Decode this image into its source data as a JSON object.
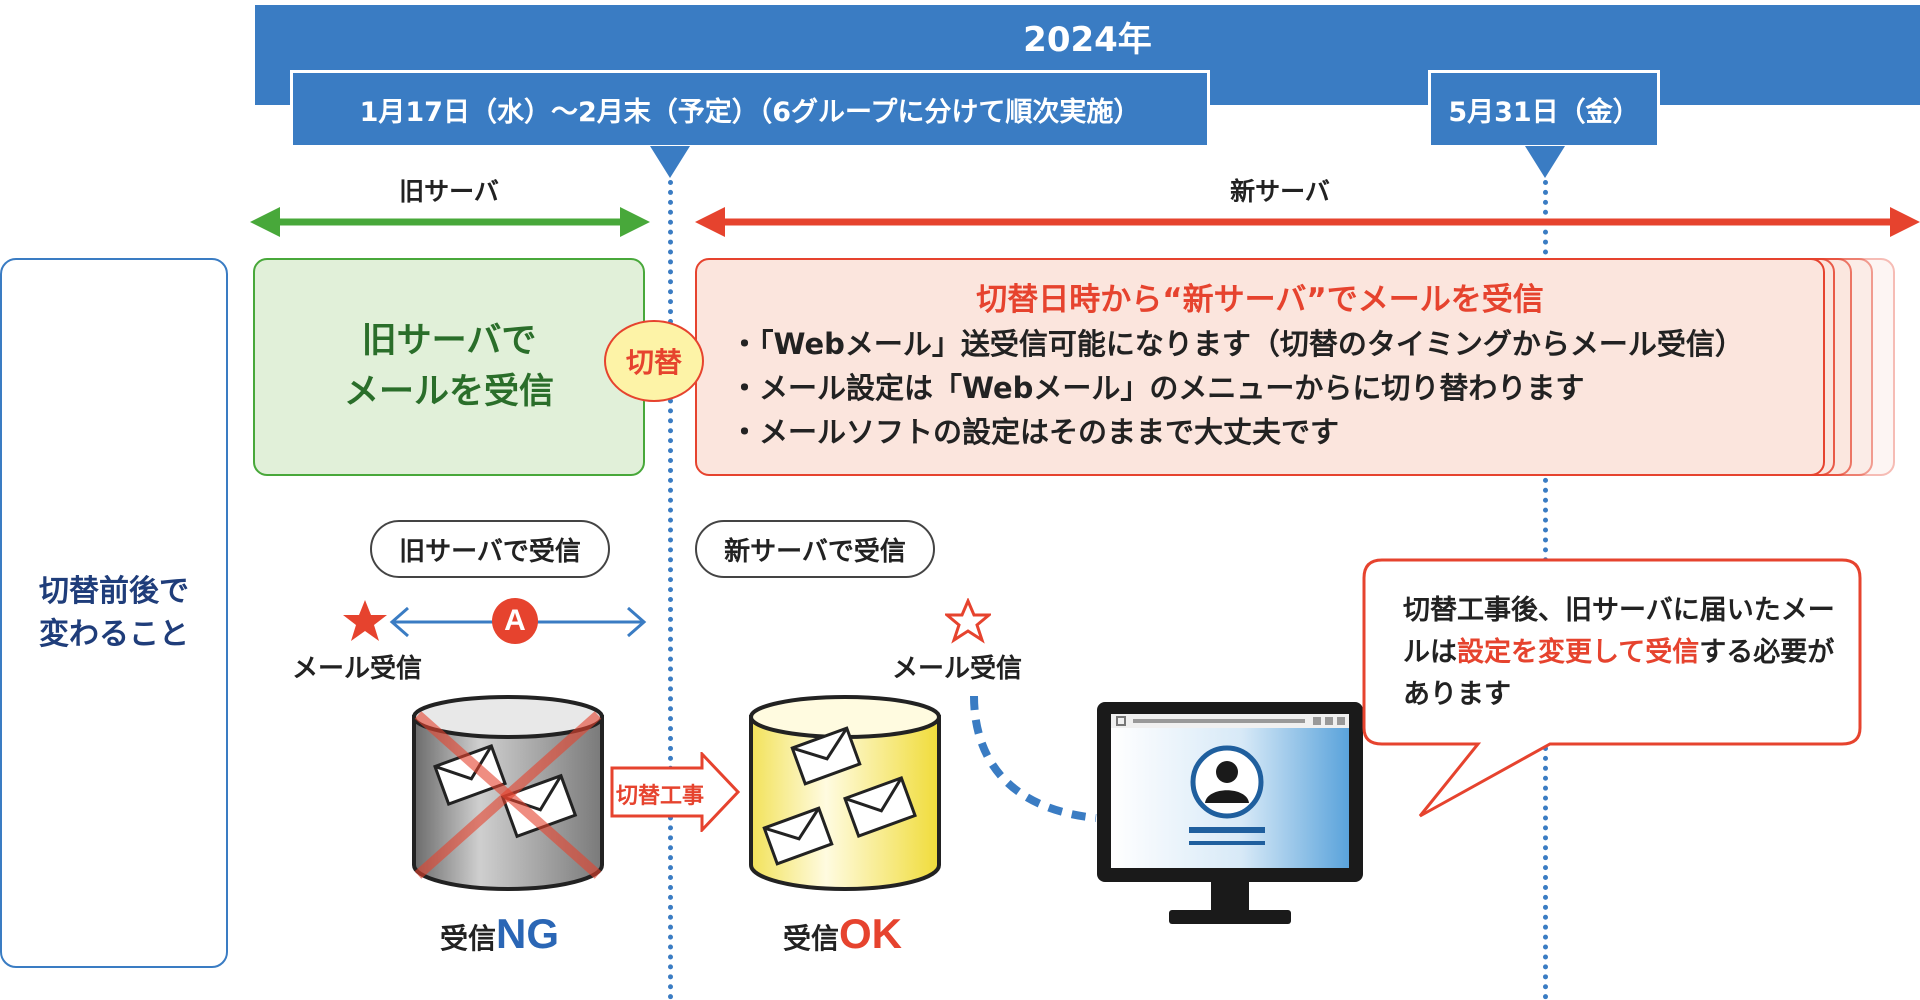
{
  "header": {
    "year": "2024年",
    "period_label": "1月17日（水）〜2月末（予定）（6グループに分けて順次実施）",
    "deadline_label": "5月31日（金）"
  },
  "timeline": {
    "old_server_label": "旧サーバ",
    "new_server_label": "新サーバ"
  },
  "side_label_lines": [
    "切替前後で",
    "変わること"
  ],
  "old_box_lines": [
    "旧サーバで",
    "メールを受信"
  ],
  "switch_badge": "切替",
  "new_box": {
    "title": "切替日時から“新サーバ”でメールを受信",
    "bullets": [
      "・「Webメール」送受信可能になります（切替のタイミングからメール受信）",
      "・メール設定は「Webメール」のメニューからに切り替わります",
      "・メールソフトの設定はそのままで大丈夫です"
    ]
  },
  "pills": {
    "old_receive": "旧サーバで受信",
    "new_receive": "新サーバで受信"
  },
  "arrow_label": "A",
  "mail_receive_label": "メール受信",
  "migration_label": "切替工事",
  "status": {
    "ng_prefix": "受信",
    "ng_word": "NG",
    "ok_prefix": "受信",
    "ok_word": "OK"
  },
  "callout": {
    "before": "切替工事後、旧サーバに届いたメールは",
    "highlight": "設定を変更して受信",
    "after": "する必要があります"
  },
  "colors": {
    "blue": "#3a7cc3",
    "green": "#48a83a",
    "red": "#e6432e",
    "navy": "#1f3d7a"
  }
}
